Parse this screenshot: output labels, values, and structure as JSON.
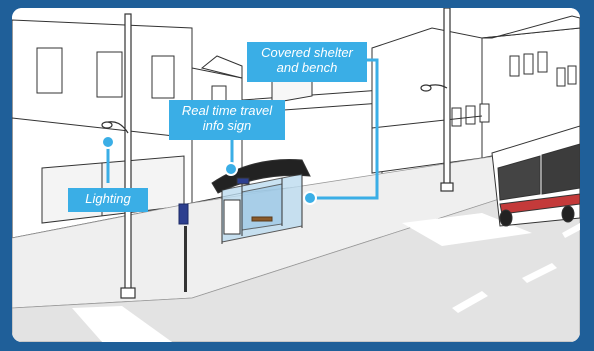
{
  "callouts": {
    "shelter": {
      "line1": "Covered shelter",
      "line2": "and bench"
    },
    "sign": {
      "line1": "Real time travel",
      "line2": "info sign"
    },
    "lighting": {
      "label": "Lighting"
    }
  },
  "colors": {
    "background": "#1f5f99",
    "accent": "#3aaee6",
    "road": "#e3e3e3",
    "outline": "#333333"
  }
}
